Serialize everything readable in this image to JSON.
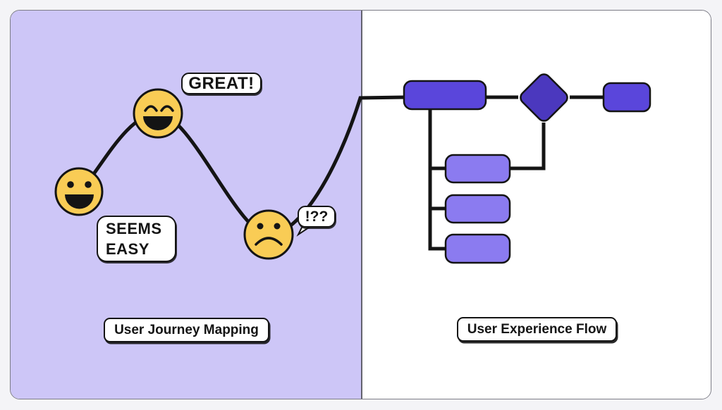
{
  "panels": {
    "left": {
      "caption": "User Journey Mapping",
      "background": "#CDC6F7",
      "bubbles": {
        "great": "GREAT!",
        "seems_easy_line1": "SEEMS",
        "seems_easy_line2": "EASY",
        "confused": "!??"
      },
      "faces": [
        {
          "id": "happy-face",
          "mood": "happy"
        },
        {
          "id": "excited-face",
          "mood": "excited"
        },
        {
          "id": "sad-face",
          "mood": "sad"
        }
      ]
    },
    "right": {
      "caption": "User Experience Flow",
      "background": "#FFFFFF",
      "nodes": [
        {
          "id": "start-node",
          "type": "process"
        },
        {
          "id": "decision-node",
          "type": "decision"
        },
        {
          "id": "end-node",
          "type": "process"
        },
        {
          "id": "sub-node-1",
          "type": "subprocess"
        },
        {
          "id": "sub-node-2",
          "type": "subprocess"
        },
        {
          "id": "sub-node-3",
          "type": "subprocess"
        }
      ]
    }
  },
  "colors": {
    "page_bg": "#F4F4F7",
    "card_border": "#7C7C86",
    "divider": "#63636E",
    "stroke": "#141414",
    "emoji_fill": "#F9CC55",
    "node_primary": "#5A46DB",
    "node_decision": "#4B38BE",
    "node_secondary": "#8B7BF0",
    "label_bg": "#FFFFFF",
    "label_text": "#141414"
  }
}
